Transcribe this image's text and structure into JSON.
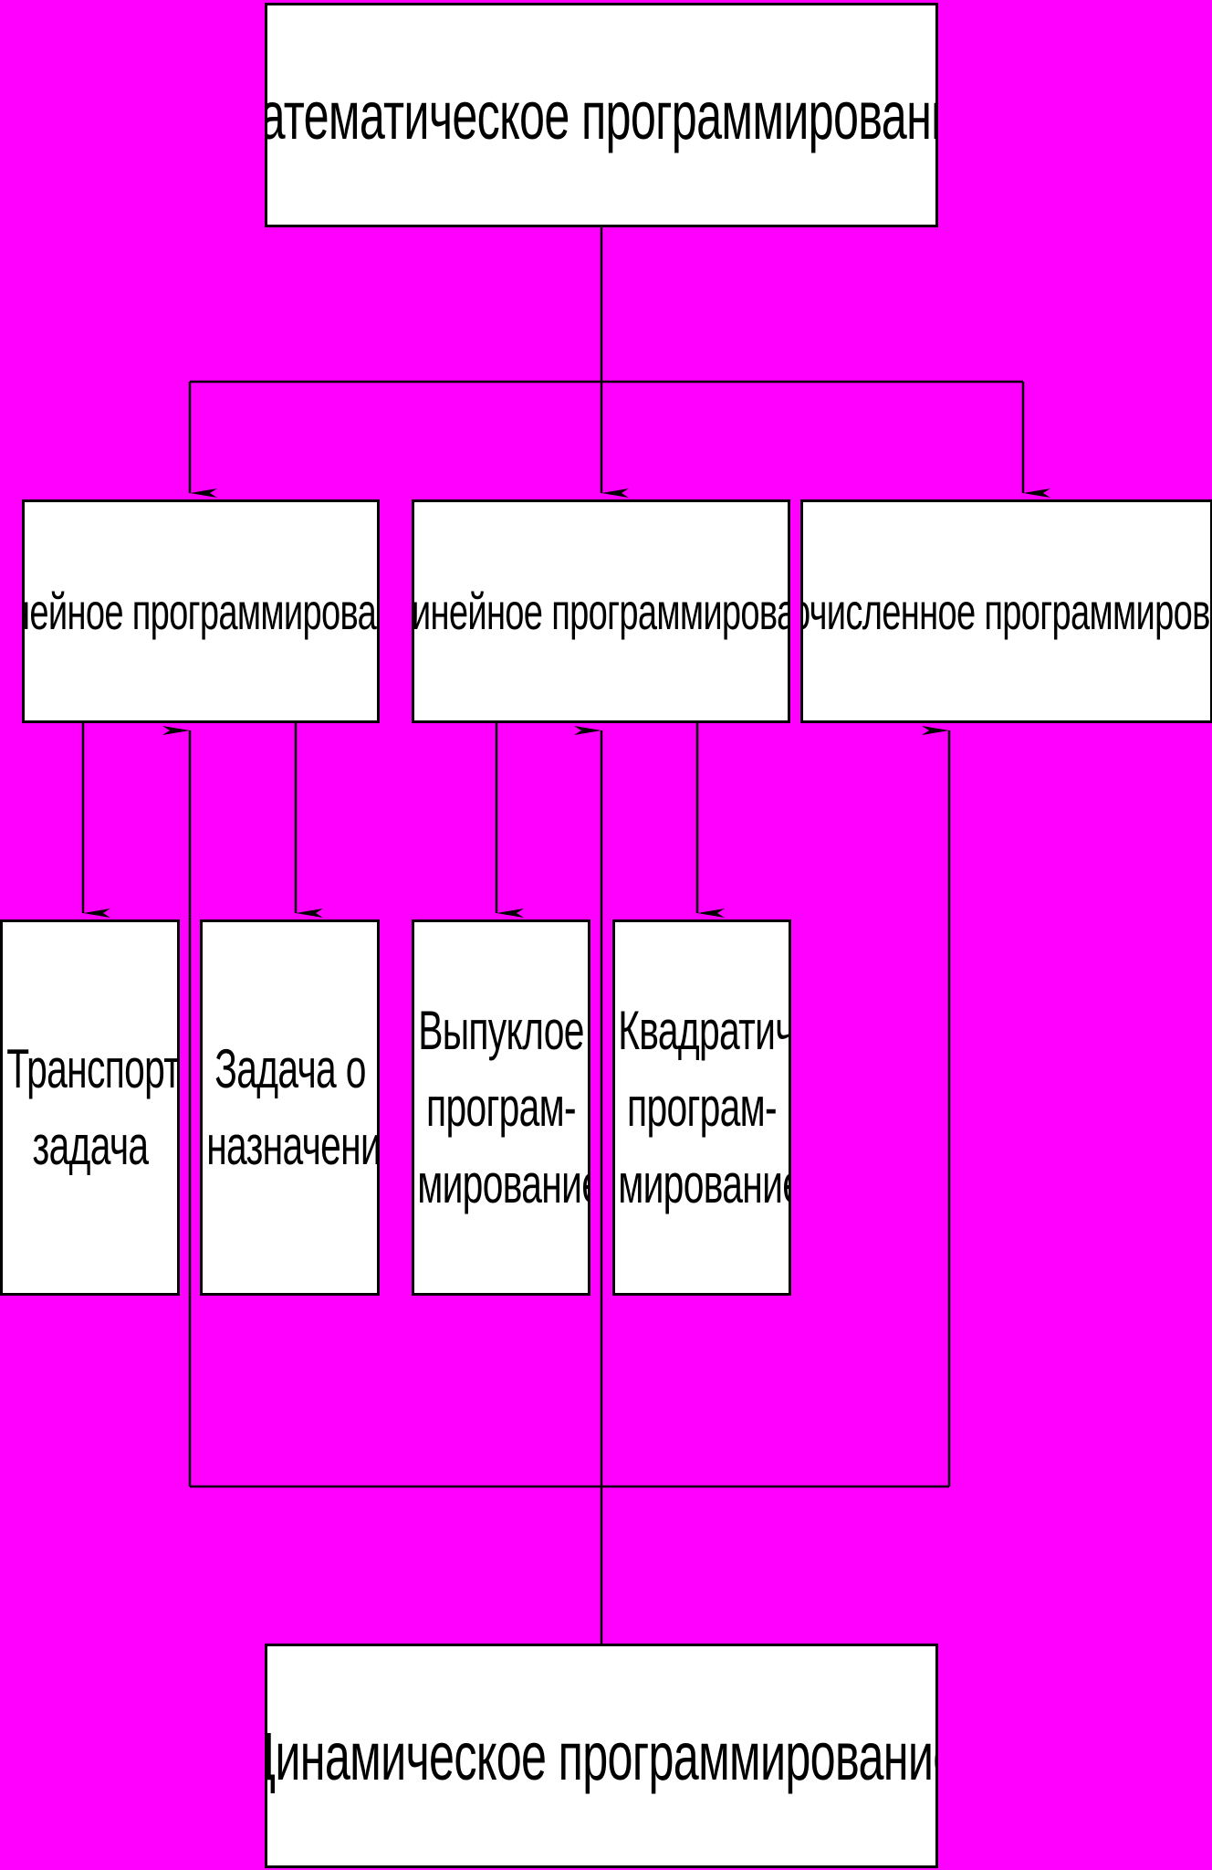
{
  "diagram": {
    "background": "#ff00ff",
    "boxes": {
      "root": "Математическое программирование",
      "linear": "Линейное программирование",
      "nonlinear": "Нелинейное программирование",
      "integer": "Целочисленное программирование",
      "transport": "Транспортная задача",
      "assignment": "Задача о назначениях",
      "convex": "Выпуклое програм-мирование",
      "quadratic": "Квадратичное програм-мирование",
      "dynamic": "Динамическое программирование"
    }
  }
}
